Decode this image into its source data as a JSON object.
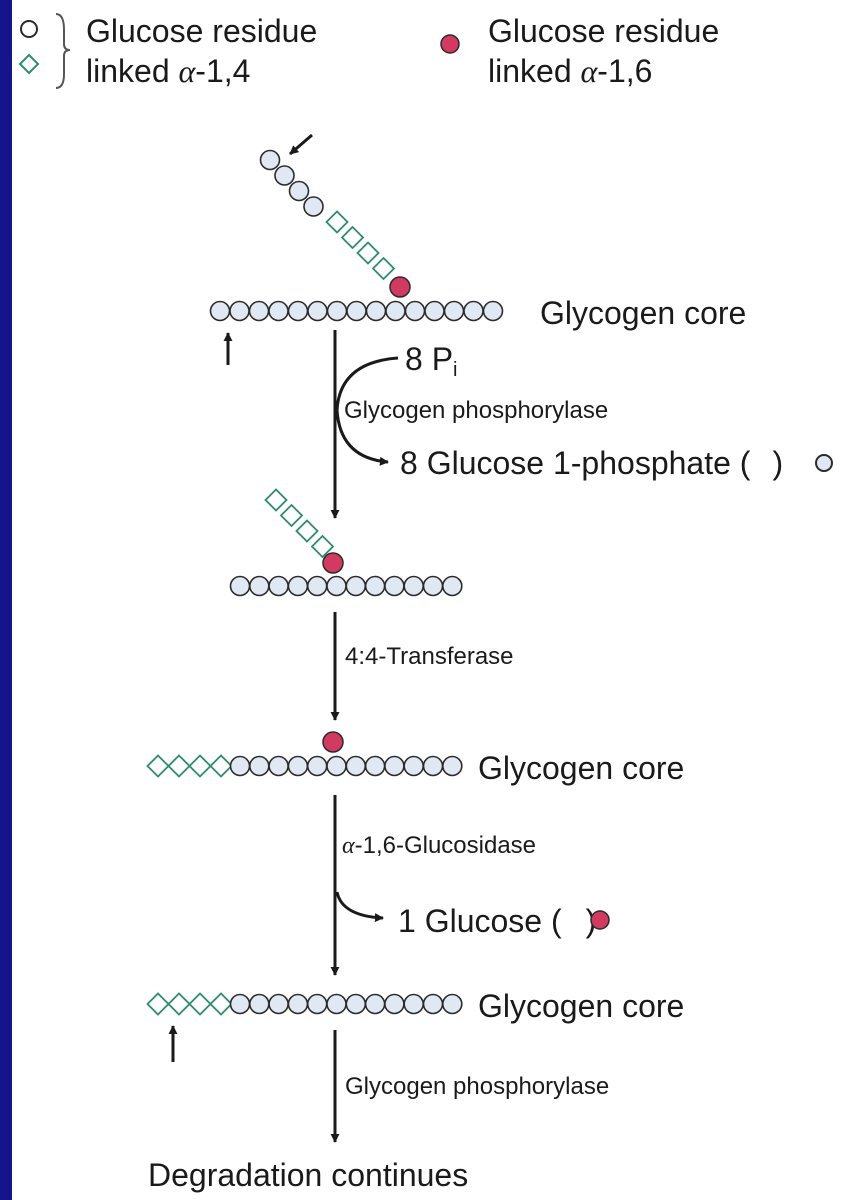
{
  "legend": {
    "alpha14_line1": "Glucose residue",
    "alpha14_line2_prefix": "linked ",
    "alpha14_line2_alpha": "α",
    "alpha14_line2_suffix": "-1,4",
    "alpha16_line1": "Glucose residue",
    "alpha16_line2_prefix": "linked ",
    "alpha16_line2_alpha": "α",
    "alpha16_line2_suffix": "-1,6"
  },
  "labels": {
    "glycogen_core_1": "Glycogen core",
    "glycogen_core_2": "Glycogen core",
    "glycogen_core_3": "Glycogen core",
    "pi_count": "8 P",
    "pi_sub": "i",
    "enzyme_phosphorylase_1": "Glycogen phosphorylase",
    "product_g1p": "8 Glucose 1-phosphate (",
    "product_g1p_close": ")",
    "enzyme_transferase": "4:4-Transferase",
    "enzyme_glucosidase_alpha": "α",
    "enzyme_glucosidase_rest": "-1,6-Glucosidase",
    "product_glucose": "1 Glucose (",
    "product_glucose_close": ")",
    "enzyme_phosphorylase_2": "Glycogen phosphorylase",
    "final": "Degradation continues"
  },
  "colors": {
    "residue_fill": "#dfe8f3",
    "residue_stroke": "#2b2b2b",
    "branch_residue": "#d23a62",
    "diamond_stroke": "#2e8c6c",
    "edge_bar": "#14148c"
  }
}
